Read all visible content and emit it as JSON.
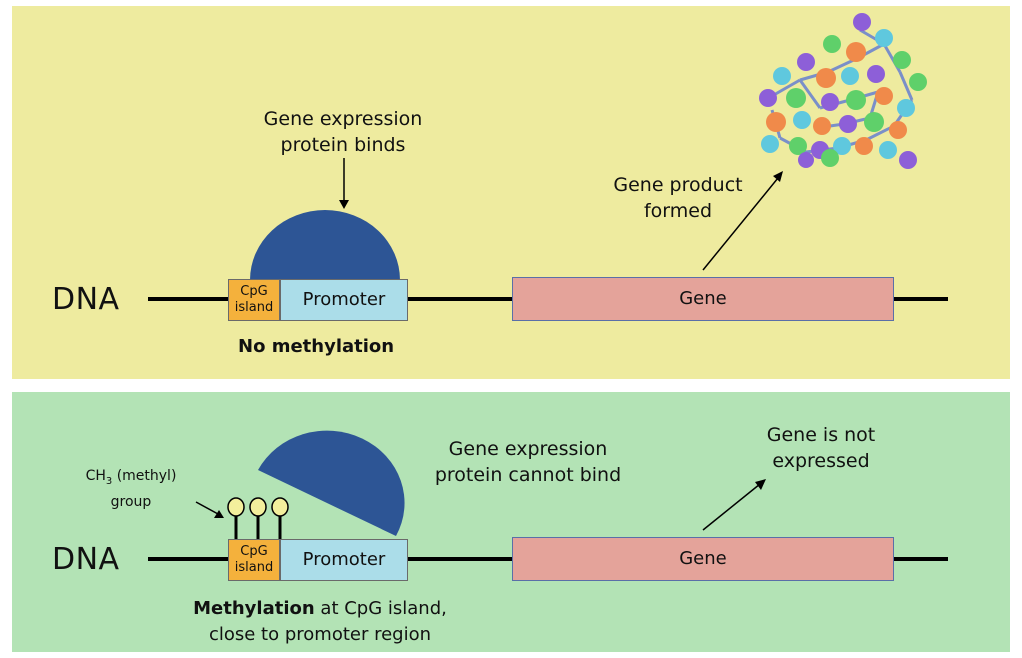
{
  "top": {
    "dna_label": "DNA",
    "cpg_label": "CpG island",
    "cpg_line1": "CpG",
    "cpg_line2": "island",
    "promoter_label": "Promoter",
    "gene_label": "Gene",
    "protein_caption_line1": "Gene expression",
    "protein_caption_line2": "protein binds",
    "product_caption_line1": "Gene product",
    "product_caption_line2": "formed",
    "status_label": "No methylation"
  },
  "bottom": {
    "dna_label": "DNA",
    "cpg_line1": "CpG",
    "cpg_line2": "island",
    "promoter_label": "Promoter",
    "gene_label": "Gene",
    "protein_caption_line1": "Gene expression",
    "protein_caption_line2": "protein cannot bind",
    "not_expressed_line1": "Gene is not",
    "not_expressed_line2": "expressed",
    "methyl_formula": "CH",
    "methyl_subscript": "3",
    "methyl_text": " (methyl)",
    "methyl_line2": "group",
    "methylation_bold": "Methylation",
    "methylation_rest": " at CpG island,",
    "methylation_line2": "close to promoter region"
  },
  "colors": {
    "top_panel": "#eeeb9f",
    "bottom_panel": "#b3e3b5",
    "cpg": "#f4b13c",
    "promoter": "#abdde9",
    "gene": "#e4a39a",
    "protein": "#2d5595",
    "methyl": "#f3ef9c"
  }
}
